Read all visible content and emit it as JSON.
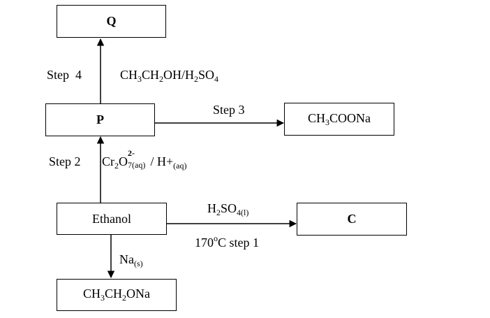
{
  "nodes": {
    "Q": "Q",
    "P": "P",
    "ethanol": "Ethanol",
    "sodium_ethoxide": [
      "CH",
      "3",
      "CH",
      "2",
      "ONa"
    ],
    "sodium_acetate": [
      "CH",
      "3",
      "COONa"
    ],
    "C": "C"
  },
  "edges": {
    "step4": {
      "step": "Step  4",
      "reagent": [
        "CH",
        "3",
        "CH",
        "2",
        "OH/H",
        "2",
        "SO",
        "4"
      ]
    },
    "step3": {
      "step": "Step 3"
    },
    "step2": {
      "step": "Step 2",
      "reagent": [
        "Cr",
        "2",
        "O",
        "2-",
        "7(aq)",
        " / H+",
        "(aq)"
      ]
    },
    "step1": {
      "reagent": [
        "H",
        "2",
        "SO",
        "4(l)"
      ],
      "condition": [
        "170",
        "o",
        "C step 1"
      ]
    },
    "sodium": [
      "Na",
      "(s)"
    ]
  }
}
